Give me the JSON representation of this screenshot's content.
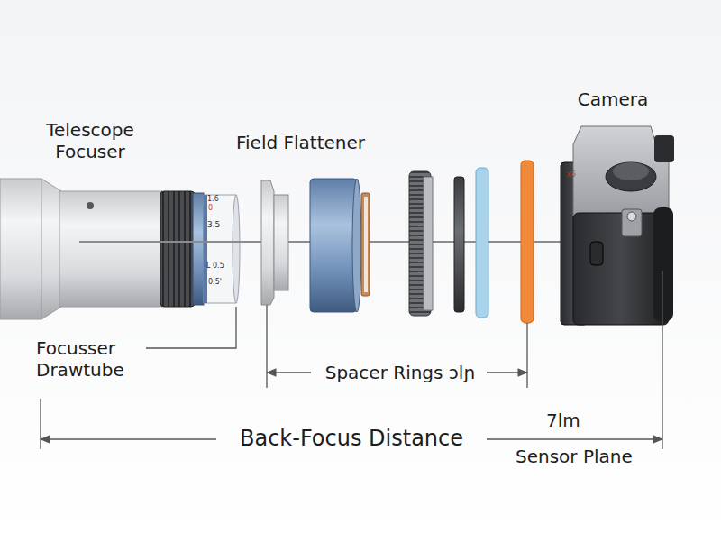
{
  "diagram": {
    "labels": [
      "Camera",
      "Telescope Focuser",
      "Field Flattener",
      "x6",
      "1.6",
      "0",
      "3.5",
      "L 0.5",
      "0.5'",
      "Focusser Drawtube",
      "Spacer Rings ɔlɲ",
      "Back-Focus Distance",
      "7lm",
      "Sensor Plane"
    ]
  }
}
